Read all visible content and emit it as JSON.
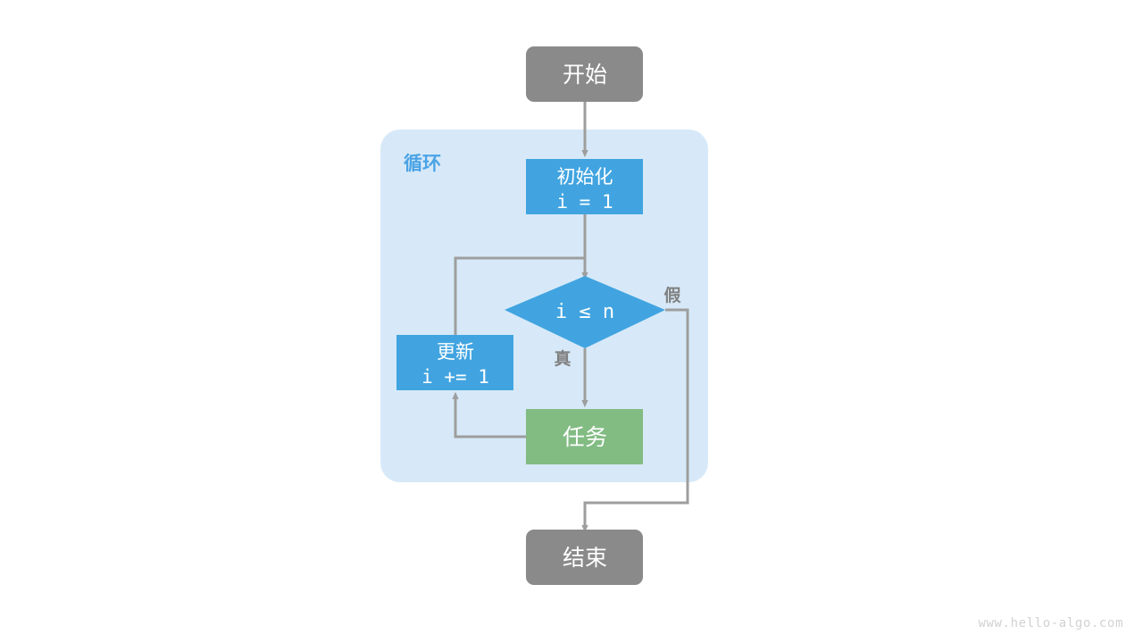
{
  "diagram": {
    "title": "for-loop-flowchart",
    "background": "#ffffff",
    "colors": {
      "terminal": "#8a8a8a",
      "process_blue": "#41a4e0",
      "decision_blue": "#41a4e0",
      "task_green": "#82bc83",
      "group_fill": "#d7e9f8",
      "edge": "#9e9e9e",
      "edge_label": "#808080",
      "group_label": "#4aa3e6",
      "node_text": "#ffffff",
      "watermark": "#d2d2d2"
    },
    "group": {
      "label": "循环"
    },
    "nodes": {
      "start": {
        "label": "开始",
        "shape": "rounded-rect"
      },
      "init": {
        "line1": "初始化",
        "line2": "i = 1",
        "shape": "rect"
      },
      "decision": {
        "label": "i ≤ n",
        "shape": "diamond"
      },
      "update": {
        "line1": "更新",
        "line2": "i += 1",
        "shape": "rect"
      },
      "task": {
        "label": "任务",
        "shape": "rect"
      },
      "end": {
        "label": "结束",
        "shape": "rounded-rect"
      }
    },
    "edge_labels": {
      "true": "真",
      "false": "假"
    }
  },
  "watermark": {
    "text": "www.hello-algo.com"
  }
}
